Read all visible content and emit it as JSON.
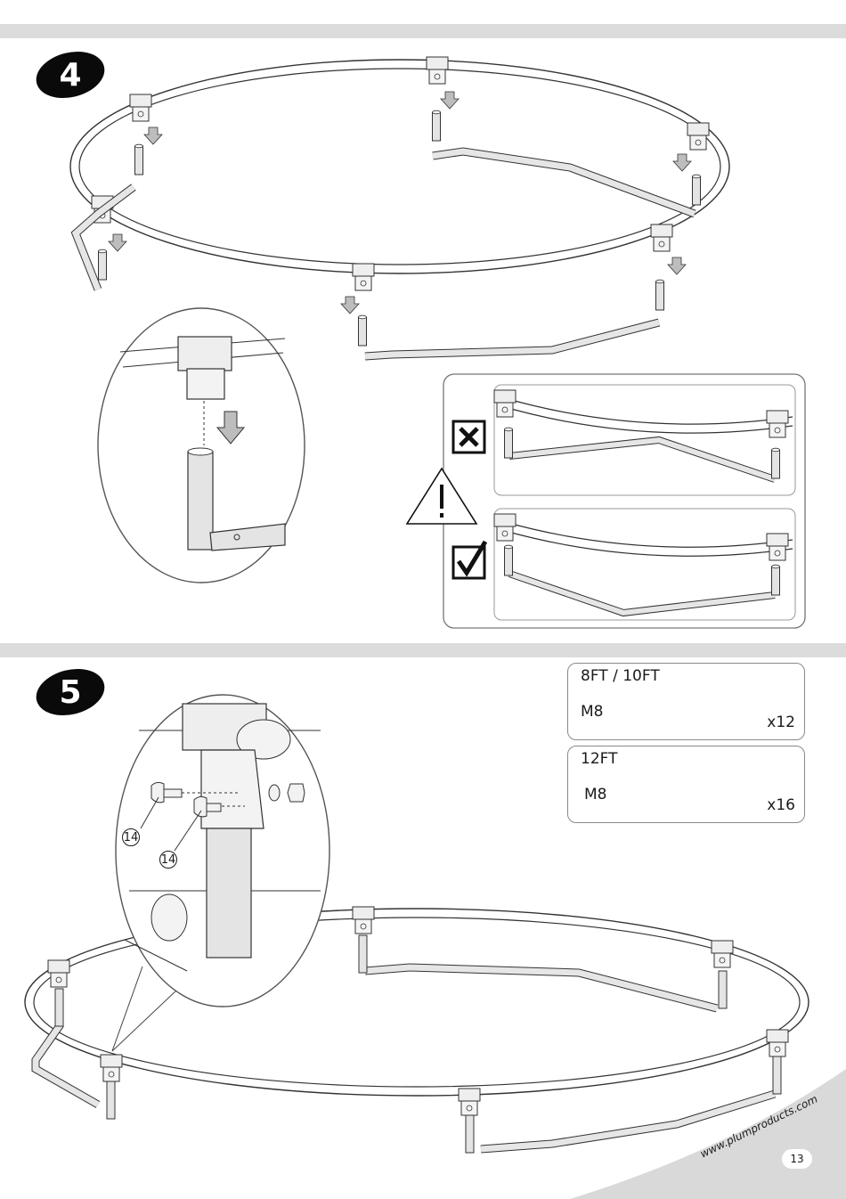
{
  "step4": {
    "number": "4"
  },
  "step5": {
    "number": "5"
  },
  "compare": {
    "wrong_icon": "cross-box-icon",
    "right_icon": "check-box-icon",
    "warning_icon": "warning-triangle-icon"
  },
  "hardware": [
    {
      "title": "8FT / 10FT",
      "size": "M8",
      "qty": "x12"
    },
    {
      "title": "12FT",
      "size": "M8",
      "qty": "x16"
    }
  ],
  "callouts": [
    "14",
    "14"
  ],
  "footer": {
    "url": "www.plumproducts.com",
    "page": "13"
  },
  "colors": {
    "band": "#dcdcdc",
    "badge": "#0a0a0a",
    "footer_swoosh": "#d9d9d9"
  }
}
